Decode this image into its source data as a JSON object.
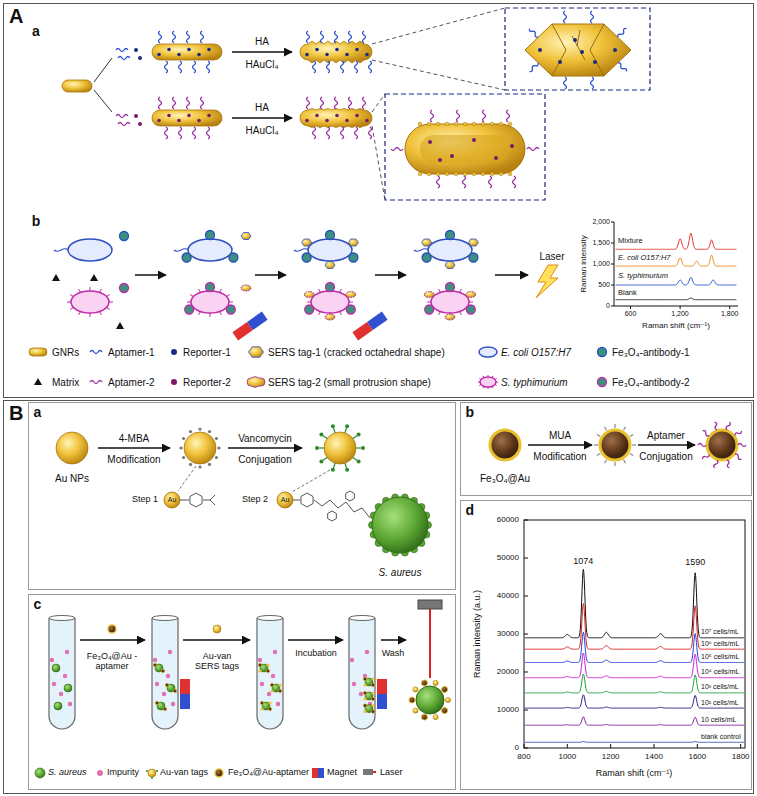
{
  "diagram": {
    "nodes": [
      {
        "text": [
          "A"
        ]
      },
      {
        "text": [
          "B"
        ]
      },
      {
        "text": [
          "a"
        ],
        "in": 1
      },
      {
        "text": [
          "b"
        ],
        "in": 1
      },
      {
        "text": [
          "c"
        ],
        "in": 1
      },
      {
        "text": [
          "d"
        ],
        "in": 1
      }
    ],
    "labels": [
      "a",
      "HA",
      "HAuCl₄",
      "HA",
      "HAuCl₄",
      "b",
      "Laser",
      "Mixture",
      "E. coli O157:H7",
      "S. typhimurium",
      "Blank",
      "2,000",
      "1,500",
      "1,000",
      "500",
      "0",
      "600",
      "1,200",
      "1,800",
      "Raman intensity",
      "Raman shift (cm⁻¹)",
      "Au NPs",
      "4-MBA",
      "Modification",
      "Vancomycin",
      "Conjugation",
      "Au",
      "Step 1",
      "Step 2",
      "Au",
      "S. aureus",
      "Fe₃O₄@Au",
      "MUA",
      "Modification",
      "Aptamer",
      "Conjugation",
      "Fe₃O₄@Au -aptamer",
      "Au-van SERS tags",
      "Incubation",
      "Wash",
      "60000",
      "50000",
      "40000",
      "30000",
      "20000",
      "10000",
      "0",
      "800",
      "1000",
      "1200",
      "1400",
      "1600",
      "1800",
      "Raman intensity (a.u.)",
      "Raman shift (cm⁻¹)",
      "1074",
      "1590",
      "10⁷ cells/mL",
      "10⁶ cells/mL",
      "10⁵ cells/mL",
      "10⁴ cells/mL",
      "10³ cells/mL",
      "10² cells/mL",
      "10 cells/mL",
      "blank control"
    ],
    "legend": [
      {
        "text": "GNRs"
      },
      {
        "text": "Aptamer-1"
      },
      {
        "text": "Reporter-1"
      },
      {
        "text": "SERS tag-1 (cracked octahedral shape)"
      },
      {
        "text": "E. coli O157:H7"
      },
      {
        "text": "Fe₃O₄-antibody-1"
      },
      {
        "text": "Matrix"
      },
      {
        "text": "Aptamer-2"
      },
      {
        "text": "Reporter-2"
      },
      {
        "text": "SERS tag-2 (small protrusion shape)"
      },
      {
        "text": "S. typhimurium"
      },
      {
        "text": "Fe₃O₄-antibody-2"
      },
      {
        "text": "S. aureus"
      },
      {
        "text": "Impurity"
      },
      {
        "text": "Au-van tags"
      },
      {
        "text": "Fe₃O₄@Au-aptamer"
      },
      {
        "text": "Magnet"
      },
      {
        "text": "Laser"
      }
    ]
  }
}
